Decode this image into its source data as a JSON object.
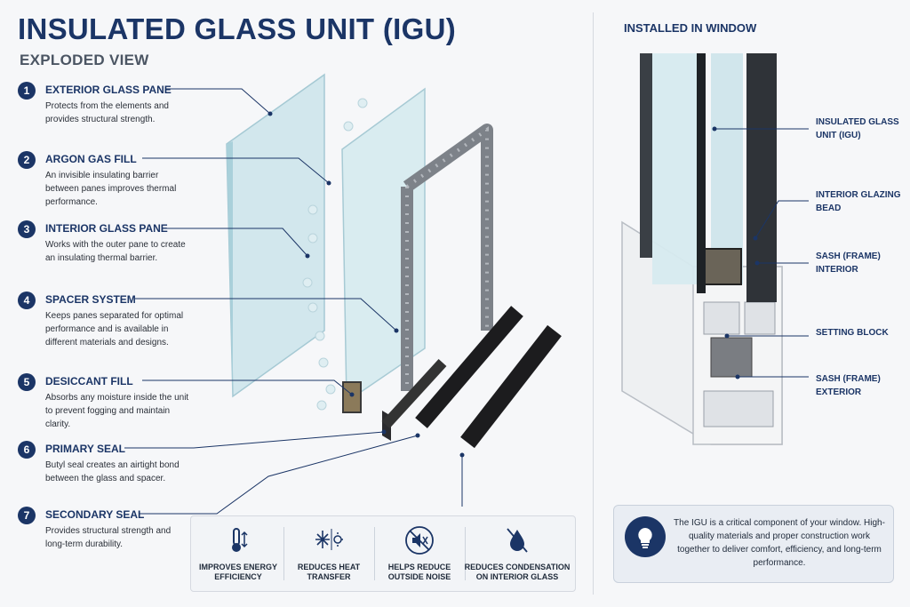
{
  "title": "INSULATED GLASS UNIT (IGU)",
  "subtitle": "EXPLODED VIEW",
  "steps": [
    {
      "num": "1",
      "label": "EXTERIOR GLASS PANE",
      "desc": "Protects from the elements and provides structural strength."
    },
    {
      "num": "2",
      "label": "ARGON GAS FILL",
      "desc": "An invisible insulating barrier between panes improves thermal performance."
    },
    {
      "num": "3",
      "label": "INTERIOR GLASS PANE",
      "desc": "Works with the outer pane to create an insulating thermal barrier."
    },
    {
      "num": "4",
      "label": "SPACER SYSTEM",
      "desc": "Keeps panes separated for optimal performance and is available in different materials and designs."
    },
    {
      "num": "5",
      "label": "DESICCANT FILL",
      "desc": "Absorbs any moisture inside the unit to prevent fogging and maintain clarity."
    },
    {
      "num": "6",
      "label": "PRIMARY SEAL",
      "desc": "Butyl seal creates an airtight bond between the glass and spacer."
    },
    {
      "num": "7",
      "label": "SECONDARY SEAL",
      "desc": "Provides structural strength and long-term durability."
    }
  ],
  "benefits": [
    {
      "icon": "thermometer-icon",
      "text": "IMPROVES ENERGY EFFICIENCY"
    },
    {
      "icon": "snowflake-sun-icon",
      "text": "REDUCES HEAT TRANSFER"
    },
    {
      "icon": "muted-speaker-icon",
      "text": "HELPS REDUCE OUTSIDE NOISE"
    },
    {
      "icon": "no-droplet-icon",
      "text": "REDUCES CONDENSATION ON INTERIOR GLASS"
    }
  ],
  "right": {
    "title": "INSTALLED IN WINDOW",
    "callouts": [
      "INSULATED GLASS UNIT (IGU)",
      "INTERIOR GLAZING BEAD",
      "SASH (FRAME) INTERIOR",
      "SETTING BLOCK",
      "SASH (FRAME) EXTERIOR"
    ],
    "info": "The IGU is a critical component of your window. High-quality materials and proper construction work together to deliver comfort, efficiency, and long-term performance.",
    "info_icon": "lightbulb-icon"
  },
  "colors": {
    "navy": "#1b3566",
    "glass": "#cfe6ec",
    "spacer": "#7d8289",
    "seal": "#1c1c1e"
  }
}
